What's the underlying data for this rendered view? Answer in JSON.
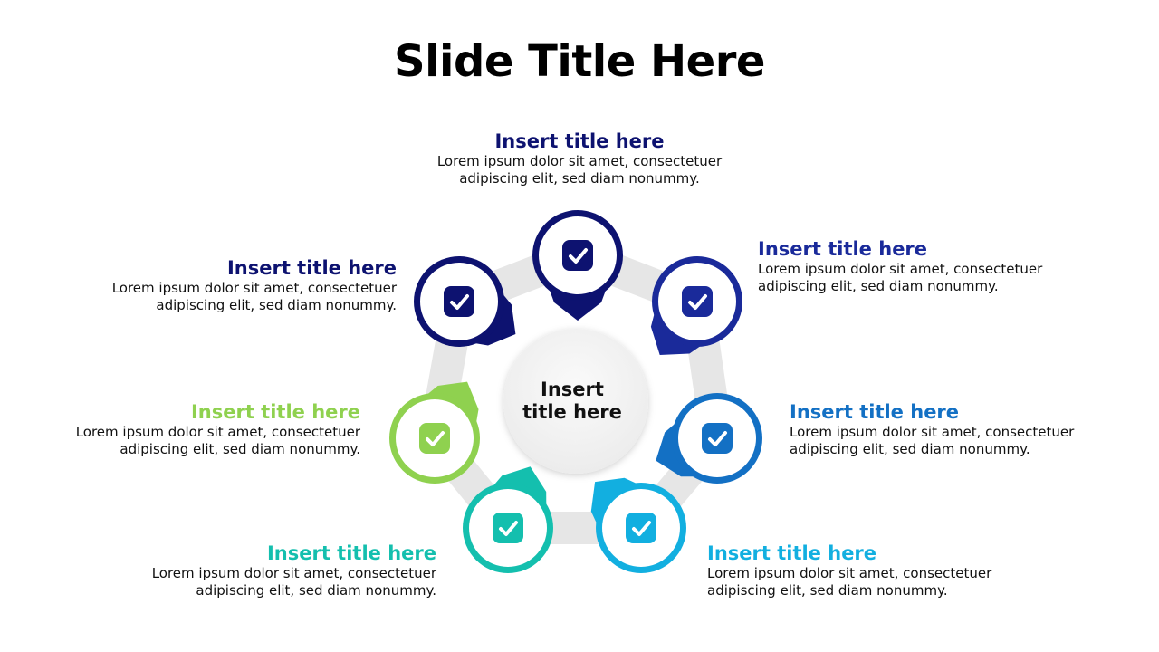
{
  "slide": {
    "title": "Slide Title Here"
  },
  "center": {
    "label": "Insert\ntitle here",
    "color": "#f1f1f1"
  },
  "ring": {
    "color": "#e6e6e6"
  },
  "check_icon": "check-icon",
  "steps": [
    {
      "title": "Insert title here",
      "body_line1": "Lorem ipsum dolor sit amet, consectetuer",
      "body_line2": "adipiscing elit, sed diam nonummy.",
      "color": "#0d1270"
    },
    {
      "title": "Insert title here",
      "body_line1": "Lorem ipsum dolor sit amet, consectetuer",
      "body_line2": "adipiscing elit, sed diam nonummy.",
      "color": "#1a2a9a"
    },
    {
      "title": "Insert title here",
      "body_line1": "Lorem ipsum dolor sit amet, consectetuer",
      "body_line2": "adipiscing elit, sed diam nonummy.",
      "color": "#1370c4"
    },
    {
      "title": "Insert title here",
      "body_line1": "Lorem ipsum dolor sit amet, consectetuer",
      "body_line2": "adipiscing elit, sed diam nonummy.",
      "color": "#12afe0"
    },
    {
      "title": "Insert title here",
      "body_line1": "Lorem ipsum dolor sit amet, consectetuer",
      "body_line2": "adipiscing elit, sed diam nonummy.",
      "color": "#14bfae"
    },
    {
      "title": "Insert title here",
      "body_line1": "Lorem ipsum dolor sit amet, consectetuer",
      "body_line2": "adipiscing elit, sed diam nonummy.",
      "color": "#8fd14f"
    },
    {
      "title": "Insert title here",
      "body_line1": "Lorem ipsum dolor sit amet, consectetuer",
      "body_line2": "adipiscing elit, sed diam nonummy.",
      "color": "#0d1270"
    }
  ]
}
